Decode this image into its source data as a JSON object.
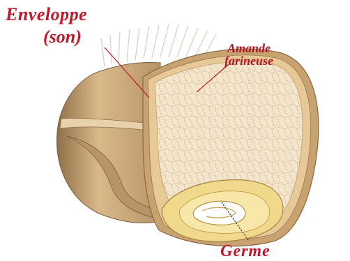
{
  "labels": {
    "enveloppe_line1": "Enveloppe",
    "enveloppe_line2": "(son)",
    "amande_line1": "Amande",
    "amande_line2": "farineuse",
    "germe": "Germe"
  },
  "colors": {
    "label": "#c0182a",
    "bran": "#c9a77a",
    "endosperm": "#f2e3c8",
    "germ": "#f0d889",
    "hairs": "#d8d2c6"
  }
}
